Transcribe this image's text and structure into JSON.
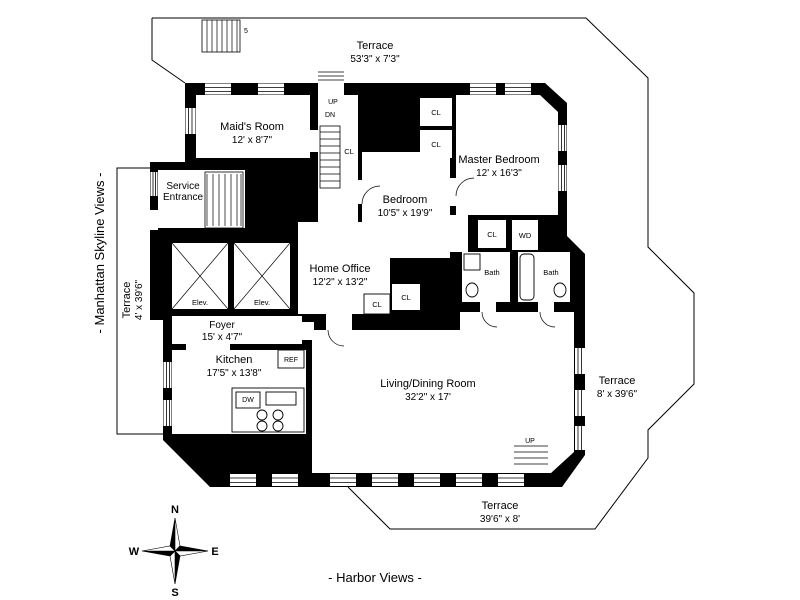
{
  "plan": {
    "views": {
      "left": "- Manhattan Skyline Views -",
      "bottom": "- Harbor Views -"
    },
    "compass": {
      "n": "N",
      "s": "S",
      "e": "E",
      "w": "W"
    },
    "terraces": {
      "top": {
        "name": "Terrace",
        "dims": "53'3\" x 7'3\""
      },
      "left": {
        "name": "Terrace",
        "dims": "4' x 39'6\""
      },
      "right": {
        "name": "Terrace",
        "dims": "8' x 39'6\""
      },
      "bottom": {
        "name": "Terrace",
        "dims": "39'6\" x 8'"
      }
    },
    "rooms": {
      "maids": {
        "name": "Maid's Room",
        "dims": "12' x 8'7\""
      },
      "service": {
        "line1": "Service",
        "line2": "Entrance"
      },
      "master": {
        "name": "Master Bedroom",
        "dims": "12' x 16'3\""
      },
      "bedroom": {
        "name": "Bedroom",
        "dims": "10'5\" x 19'9\""
      },
      "home_office": {
        "name": "Home Office",
        "dims": "12'2\" x 13'2\""
      },
      "foyer": {
        "name": "Foyer",
        "dims": "15' x 4'7\""
      },
      "kitchen": {
        "name": "Kitchen",
        "dims": "17'5\" x 13'8\""
      },
      "living": {
        "name": "Living/Dining Room",
        "dims": "32'2\" x 17'"
      },
      "bath": "Bath",
      "elevator": "Elev."
    },
    "tags": {
      "cl": "CL",
      "wd": "WD",
      "ref": "REF",
      "dw": "DW",
      "up": "UP",
      "dn": "DN",
      "stairs": "5"
    }
  }
}
